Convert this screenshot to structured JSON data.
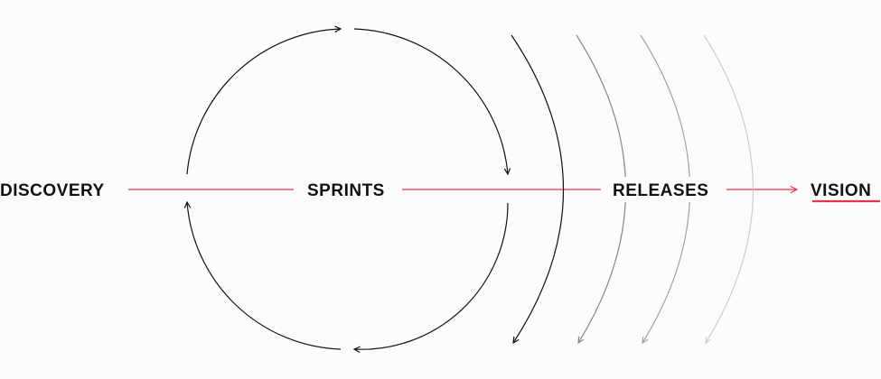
{
  "labels": {
    "discovery": "DISCOVERY",
    "sprints": "SPRINTS",
    "releases": "RELEASES",
    "vision": "VISION"
  },
  "colors": {
    "flow_line": "#e5334a",
    "vision_underline": "#e5334a",
    "text": "#111111",
    "arc_1": "#111111",
    "arc_2": "#8a8490",
    "arc_3": "#a49fa9",
    "arc_4": "#cfcbd3"
  }
}
